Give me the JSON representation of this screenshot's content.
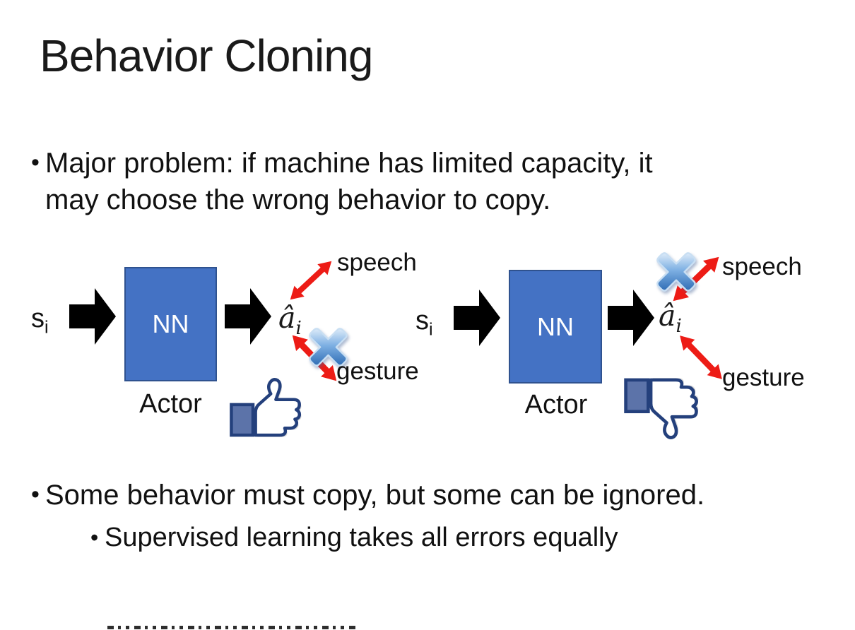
{
  "slide": {
    "title": "Behavior Cloning",
    "bullets": {
      "major_problem_line1": "Major problem: if machine has limited capacity, it",
      "major_problem_line2": "may choose the wrong behavior to copy.",
      "some_behavior": "Some behavior must copy, but some can be ignored.",
      "supervised": "Supervised learning takes all errors equally"
    },
    "bullet_glyph": "•"
  },
  "diagram": {
    "input_symbol": "s",
    "input_subscript": "i",
    "nn_label": "NN",
    "actor_label": "Actor",
    "output_symbol": "â",
    "output_subscript": "i",
    "speech_label": "speech",
    "gesture_label": "gesture"
  },
  "icons": {
    "input_arrow": "black-right-arrow-icon",
    "output_arrow": "black-right-arrow-icon",
    "speech_arrow": "red-double-headed-arrow-icon",
    "gesture_arrow": "red-double-headed-arrow-icon",
    "cross": "blue-cross-reject-icon",
    "thumbs_up": "thumbs-up-like-icon",
    "thumbs_down": "thumbs-down-dislike-icon"
  },
  "colors": {
    "nn_box_fill": "#4472C4",
    "nn_box_border": "#2F528F",
    "black_arrow": "#000000",
    "red_arrow": "#ED1C16",
    "cross_blue_dark": "#2F6DB5",
    "cross_blue_light": "#DDEBF9",
    "thumb_outline": "#24407C",
    "thumb_cuff": "#5C73A9",
    "text": "#1A1A1A"
  }
}
